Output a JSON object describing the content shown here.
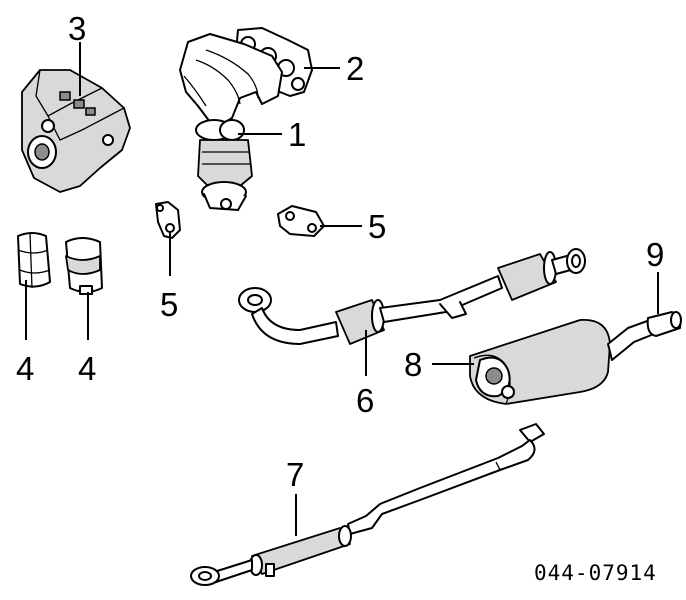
{
  "diagram_code": "044-07914",
  "callouts": [
    {
      "id": "c1",
      "text": "1"
    },
    {
      "id": "c2",
      "text": "2"
    },
    {
      "id": "c3",
      "text": "3"
    },
    {
      "id": "c4a",
      "text": "4"
    },
    {
      "id": "c4b",
      "text": "4"
    },
    {
      "id": "c5a",
      "text": "5"
    },
    {
      "id": "c5b",
      "text": "5"
    },
    {
      "id": "c6",
      "text": "6"
    },
    {
      "id": "c7",
      "text": "7"
    },
    {
      "id": "c8",
      "text": "8"
    },
    {
      "id": "c9",
      "text": "9"
    }
  ]
}
